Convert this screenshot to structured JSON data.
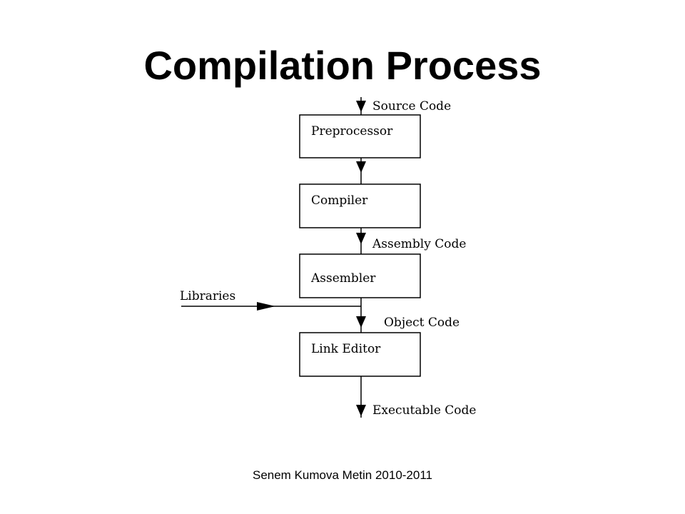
{
  "slide": {
    "title": "Compilation Process",
    "footer": "Senem Kumova Metin 2010-2011"
  },
  "diagram": {
    "stages": [
      "Preprocessor",
      "Compiler",
      "Assembler",
      "Link Editor"
    ],
    "flow_labels": {
      "input": "Source Code",
      "compiler_to_assembler": "Assembly Code",
      "assembler_to_linker": "Object Code",
      "output": "Executable Code"
    },
    "side_input": "Libraries"
  }
}
